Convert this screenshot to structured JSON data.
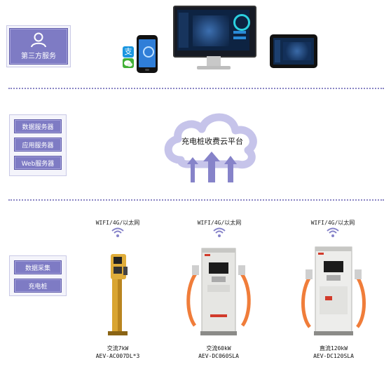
{
  "third_party": {
    "label": "第三方服务"
  },
  "servers": [
    "数据服务器",
    "应用服务器",
    "Web服务器"
  ],
  "cloud": {
    "label": "充电桩收费云平台"
  },
  "collect": [
    "数据采集",
    "充电桩"
  ],
  "chargers": [
    {
      "network": "WIFI/4G/以太网",
      "type": "交流7kW",
      "model": "AEV-AC007DL*3"
    },
    {
      "network": "WIFI/4G/以太网",
      "type": "交流60kW",
      "model": "AEV-DC060SLA"
    },
    {
      "network": "WIFI/4G/以太网",
      "type": "直流120kW",
      "model": "AEV-DC120SLA"
    }
  ],
  "colors": {
    "accent": "#7e7bc4",
    "divider": "#8a85c4",
    "cloud": "#c6c4ea",
    "arrow": "#8683c9"
  }
}
